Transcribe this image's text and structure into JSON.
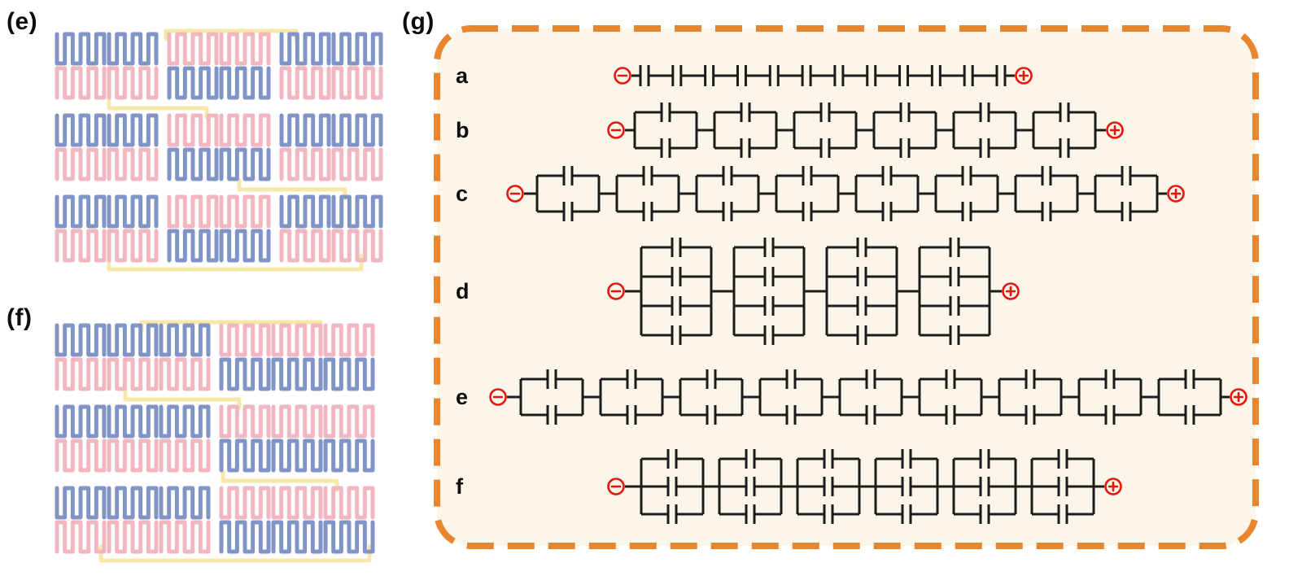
{
  "figure": {
    "panels": [
      {
        "id": "e",
        "label": "(e)"
      },
      {
        "id": "f",
        "label": "(f)"
      },
      {
        "id": "g",
        "label": "(g)"
      }
    ]
  },
  "electrode_colors": {
    "blue": "#8094c6",
    "pink": "#f1b7c1",
    "yellow": "#f7e8a9"
  },
  "electrode_patterns": {
    "e": {
      "rows": [
        "bbppbb",
        "ppbbpp",
        "bbppbb",
        "ppbbpp",
        "bbppbb",
        "ppbbpp"
      ],
      "group_after": [
        1,
        3
      ]
    },
    "f": {
      "rows": [
        "bbbppp",
        "pppbbb",
        "bbbppp",
        "pppbbb",
        "bbbppp",
        "pppbbb"
      ],
      "group_after": [
        2
      ]
    }
  },
  "circuit_panel": {
    "border_color": "#e8862f",
    "background": "#fbf6e9",
    "wire_color": "#1c1c1c",
    "terminal_color": "#e3170d",
    "minus_symbol": "⊖",
    "plus_symbol": "⊕",
    "rows": [
      {
        "label": "a",
        "series_groups": 12,
        "parallel_per_group": 1
      },
      {
        "label": "b",
        "series_groups": 6,
        "parallel_per_group": 2
      },
      {
        "label": "c",
        "series_groups": 8,
        "parallel_per_group": 2
      },
      {
        "label": "d",
        "series_groups": 4,
        "parallel_per_group": 4
      },
      {
        "label": "e",
        "series_groups": 9,
        "parallel_per_group": 2
      },
      {
        "label": "f",
        "series_groups": 6,
        "parallel_per_group": 3
      }
    ]
  }
}
